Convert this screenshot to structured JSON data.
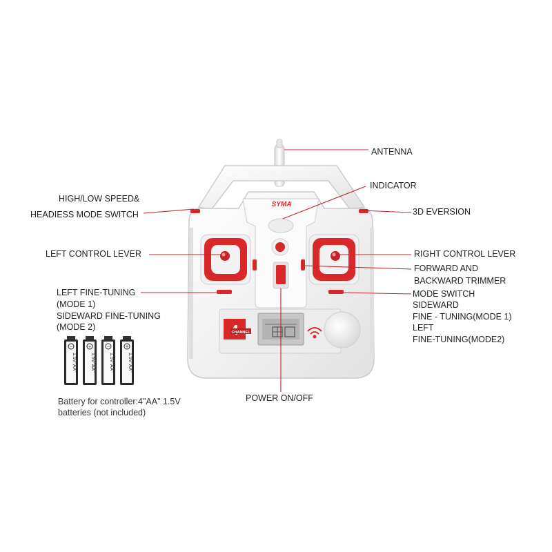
{
  "brand": {
    "logo_text": "SYMA"
  },
  "display": {
    "badge_number": "4",
    "badge_text": "CHANNEL"
  },
  "labels": {
    "antenna": "ANTENNA",
    "indicator": "INDICATOR",
    "speed_switch_line1": "HIGH/LOW SPEED&",
    "speed_switch_line2": "HEADIESS MODE SWITCH",
    "eversion": "3D EVERSION",
    "left_lever": "LEFT CONTROL LEVER",
    "right_lever": "RIGHT CONTROL LEVER",
    "trimmer_line1": "FORWARD AND",
    "trimmer_line2": "BACKWARD TRIMMER",
    "left_fine_line1": "LEFT FINE-TUNING",
    "left_fine_line2": "(MODE 1)",
    "left_fine_line3": "SIDEWARD FINE-TUNING",
    "left_fine_line4": "(MODE 2)",
    "mode_switch_line1": "MODE SWITCH",
    "mode_switch_line2": "SIDEWARD",
    "mode_switch_line3": "FINE - TUNING(MODE 1)",
    "mode_switch_line4": "LEFT",
    "mode_switch_line5": "FINE-TUNING(MODE2)",
    "power": "POWER ON/OFF"
  },
  "batteries": {
    "label": "1.5V\"AA\"",
    "count": 4,
    "caption_line1": "Battery for controller:4\"AA\" 1.5V",
    "caption_line2": "batteries (not included)"
  },
  "colors": {
    "accent": "#d8282a",
    "body": "#f4f4f4",
    "line": "#c0282a"
  }
}
